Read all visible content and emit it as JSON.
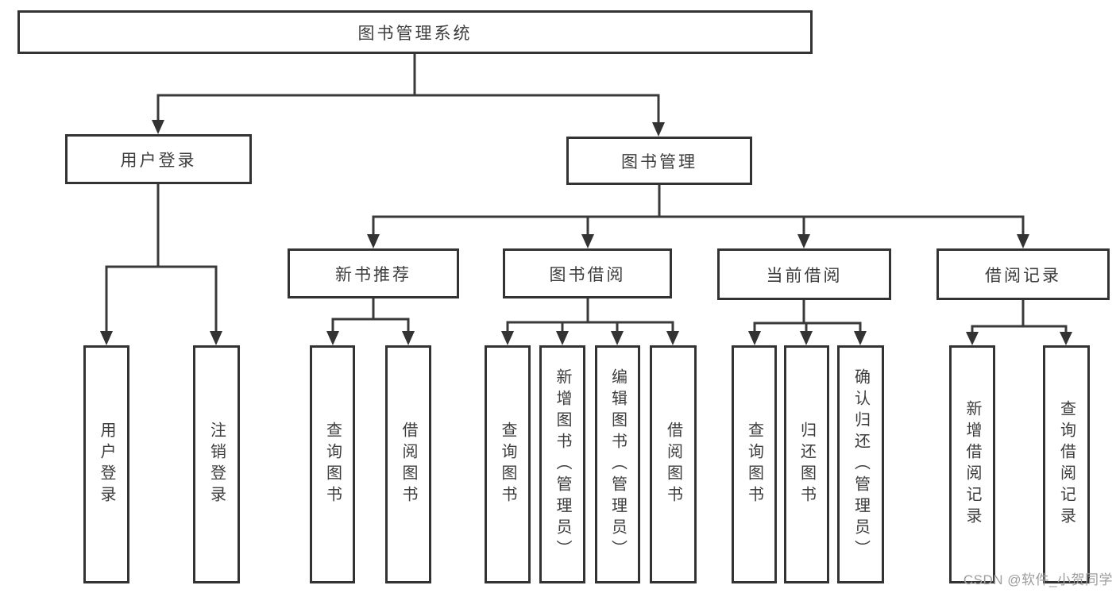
{
  "diagram": {
    "type": "hierarchy-tree",
    "tree": {
      "label": "图书管理系统",
      "children": [
        {
          "label": "用户登录",
          "children": [
            {
              "label": "用户登录"
            },
            {
              "label": "注销登录"
            }
          ]
        },
        {
          "label": "图书管理",
          "children": [
            {
              "label": "新书推荐",
              "children": [
                {
                  "label": "查询图书"
                },
                {
                  "label": "借阅图书"
                }
              ]
            },
            {
              "label": "图书借阅",
              "children": [
                {
                  "label": "查询图书"
                },
                {
                  "label": "新增图书（管理员）"
                },
                {
                  "label": "编辑图书（管理员）"
                },
                {
                  "label": "借阅图书"
                }
              ]
            },
            {
              "label": "当前借阅",
              "children": [
                {
                  "label": "查询图书"
                },
                {
                  "label": "归还图书"
                },
                {
                  "label": "确认归还（管理员）"
                }
              ]
            },
            {
              "label": "借阅记录",
              "children": [
                {
                  "label": "新增借阅记录"
                },
                {
                  "label": "查询借阅记录"
                }
              ]
            }
          ]
        }
      ]
    },
    "colors": {
      "box_border": "#333333",
      "line": "#3a3a3a",
      "text": "#3d3d3d",
      "background": "#ffffff",
      "watermark": "#9d9d9d"
    }
  },
  "watermark": {
    "text": "CSDN @软件_小贺同学"
  }
}
